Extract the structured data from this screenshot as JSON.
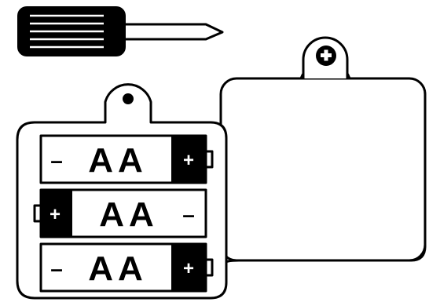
{
  "battery_label": "AA",
  "positive_sign": "+",
  "negative_sign": "–",
  "colors": {
    "ink": "#000000",
    "paper": "#ffffff"
  },
  "icons": {
    "tool": "screwdriver-icon",
    "holder": "battery-holder-icon",
    "cover": "battery-cover-icon",
    "screw": "screw-icon"
  },
  "batteries": [
    {
      "label": "AA",
      "positive_end": "right",
      "pos_sign": "+",
      "neg_sign": "–"
    },
    {
      "label": "AA",
      "positive_end": "left",
      "pos_sign": "+",
      "neg_sign": "–"
    },
    {
      "label": "AA",
      "positive_end": "right",
      "pos_sign": "+",
      "neg_sign": "–"
    }
  ]
}
